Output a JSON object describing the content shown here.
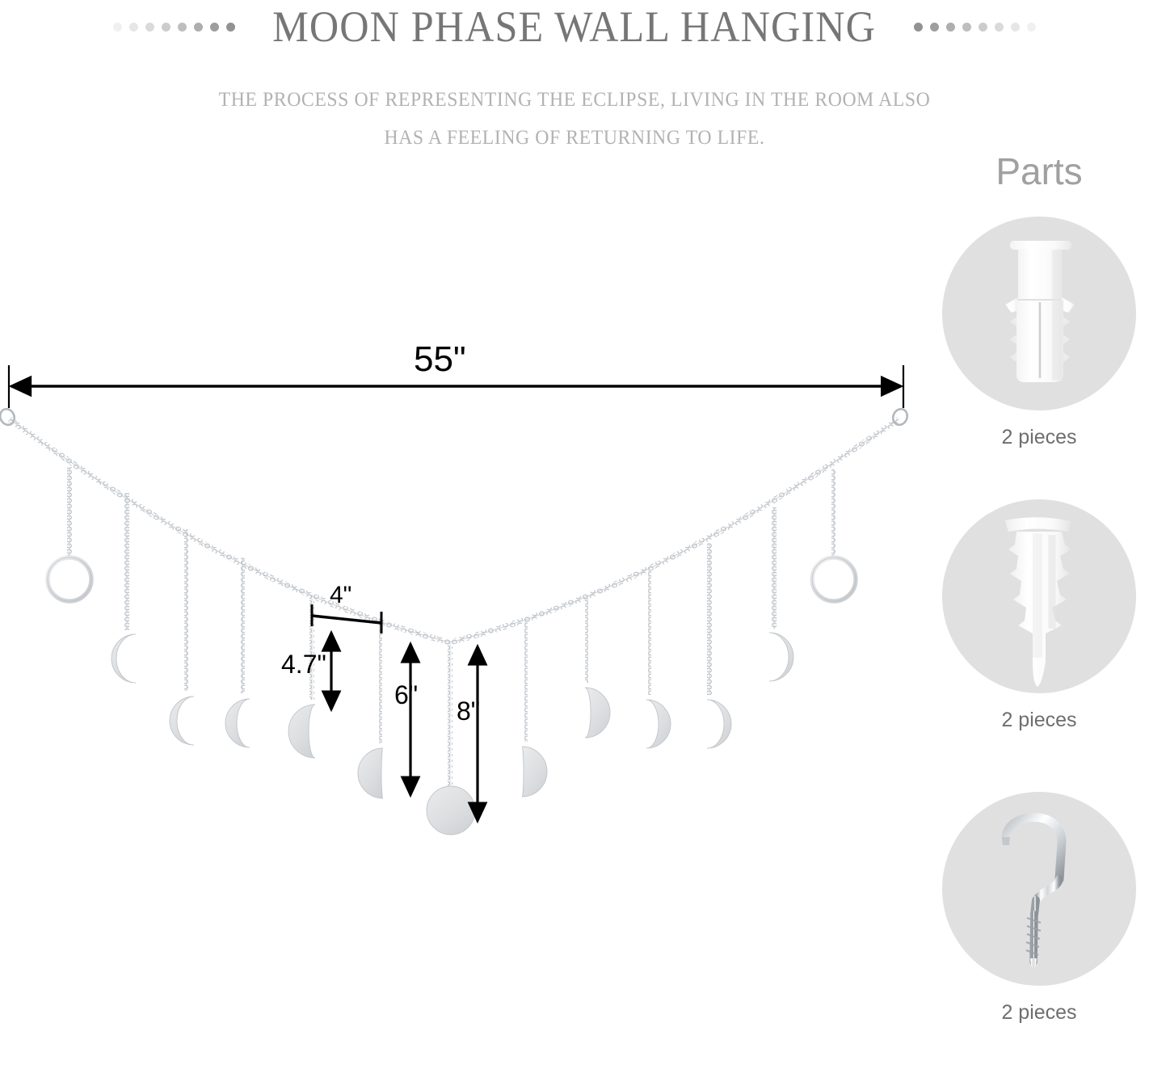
{
  "header": {
    "title": "MOON PHASE WALL HANGING",
    "subtitle_line1": "THE PROCESS OF REPRESENTING THE ECLIPSE, LIVING IN THE ROOM ALSO",
    "subtitle_line2": "HAS A FEELING OF RETURNING TO LIFE.",
    "dot_count": 8
  },
  "parts": {
    "heading": "Parts",
    "items": [
      {
        "icon": "wall-plug-anchor-icon",
        "quantity_label": "2 pieces"
      },
      {
        "icon": "drywall-screw-anchor-icon",
        "quantity_label": "2 pieces"
      },
      {
        "icon": "screw-hook-icon",
        "quantity_label": "2 pieces"
      }
    ]
  },
  "diagram": {
    "product": "moon-phase-garland",
    "dimensions": {
      "total_width": "55\"",
      "pendant_spacing": "4\"",
      "drop_short": "4.7\"",
      "drop_medium": "6\"",
      "drop_long": "8\""
    },
    "pendants": [
      {
        "shape": "ring",
        "label": "new-moon-ring"
      },
      {
        "shape": "crescent",
        "label": "waxing-crescent-thin"
      },
      {
        "shape": "crescent",
        "label": "waxing-crescent"
      },
      {
        "shape": "crescent",
        "label": "first-quarter"
      },
      {
        "shape": "crescent",
        "label": "waxing-gibbous"
      },
      {
        "shape": "crescent",
        "label": "waxing-gibbous-wide"
      },
      {
        "shape": "disc",
        "label": "full-moon"
      },
      {
        "shape": "crescent",
        "label": "waning-gibbous-wide"
      },
      {
        "shape": "crescent",
        "label": "waning-gibbous"
      },
      {
        "shape": "crescent",
        "label": "last-quarter"
      },
      {
        "shape": "crescent",
        "label": "waning-crescent"
      },
      {
        "shape": "crescent",
        "label": "waning-crescent-thin"
      },
      {
        "shape": "ring",
        "label": "new-moon-ring-end"
      }
    ],
    "colors": {
      "metal": "#c9cdd2",
      "metal_fill": "#e4e6e8",
      "dimension_line": "#000000",
      "circle_bg": "#e0e0e0"
    }
  }
}
